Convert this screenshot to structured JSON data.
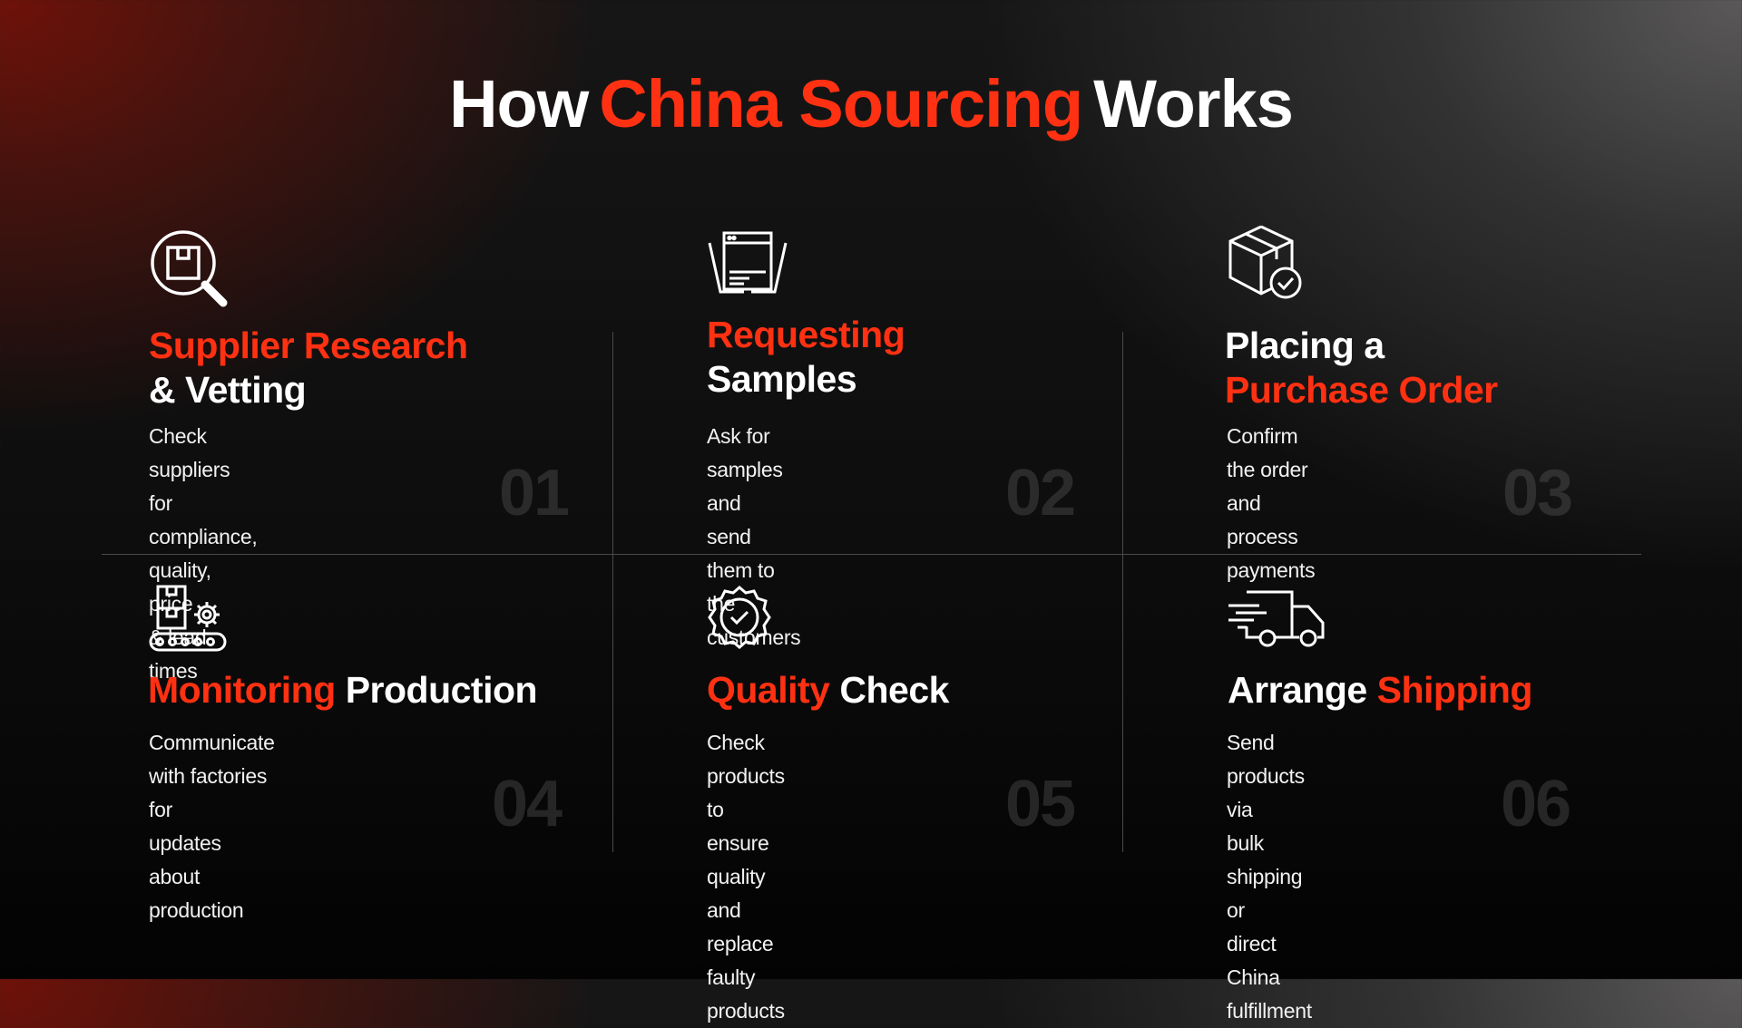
{
  "title": {
    "part1": "How",
    "accent": "China Sourcing",
    "part2": "Works"
  },
  "colors": {
    "accent": "#ff3112",
    "text": "#ffffff",
    "number": "#3a3a3a"
  },
  "steps": [
    {
      "icon": "magnifier-box-icon",
      "heading_a": "Supplier Research",
      "heading_b": "& Vetting",
      "desc": [
        "Check suppliers for",
        "compliance, quality, price",
        "& lead times"
      ],
      "number": "01"
    },
    {
      "icon": "documents-icon",
      "heading_a": "Requesting",
      "heading_b": "Samples",
      "desc": [
        "Ask for samples and",
        "send them to the customers"
      ],
      "number": "02"
    },
    {
      "icon": "box-check-icon",
      "heading_a": "Placing a",
      "heading_b": "Purchase Order",
      "desc": [
        "Confirm the order and",
        "process payments"
      ],
      "number": "03"
    },
    {
      "icon": "conveyor-gear-icon",
      "heading_a": "Monitoring",
      "heading_b": "Production",
      "desc": [
        "Communicate with factories for",
        "updates about production"
      ],
      "number": "04"
    },
    {
      "icon": "badge-check-icon",
      "heading_a": "Quality",
      "heading_b": "Check",
      "desc": [
        "Check products to",
        "ensure quality and replace",
        "faulty products"
      ],
      "number": "05"
    },
    {
      "icon": "delivery-truck-icon",
      "heading_a": "Arrange",
      "heading_b": "Shipping",
      "desc": [
        "Send products via",
        "bulk shipping or",
        "direct China fulfillment"
      ],
      "number": "06"
    }
  ]
}
